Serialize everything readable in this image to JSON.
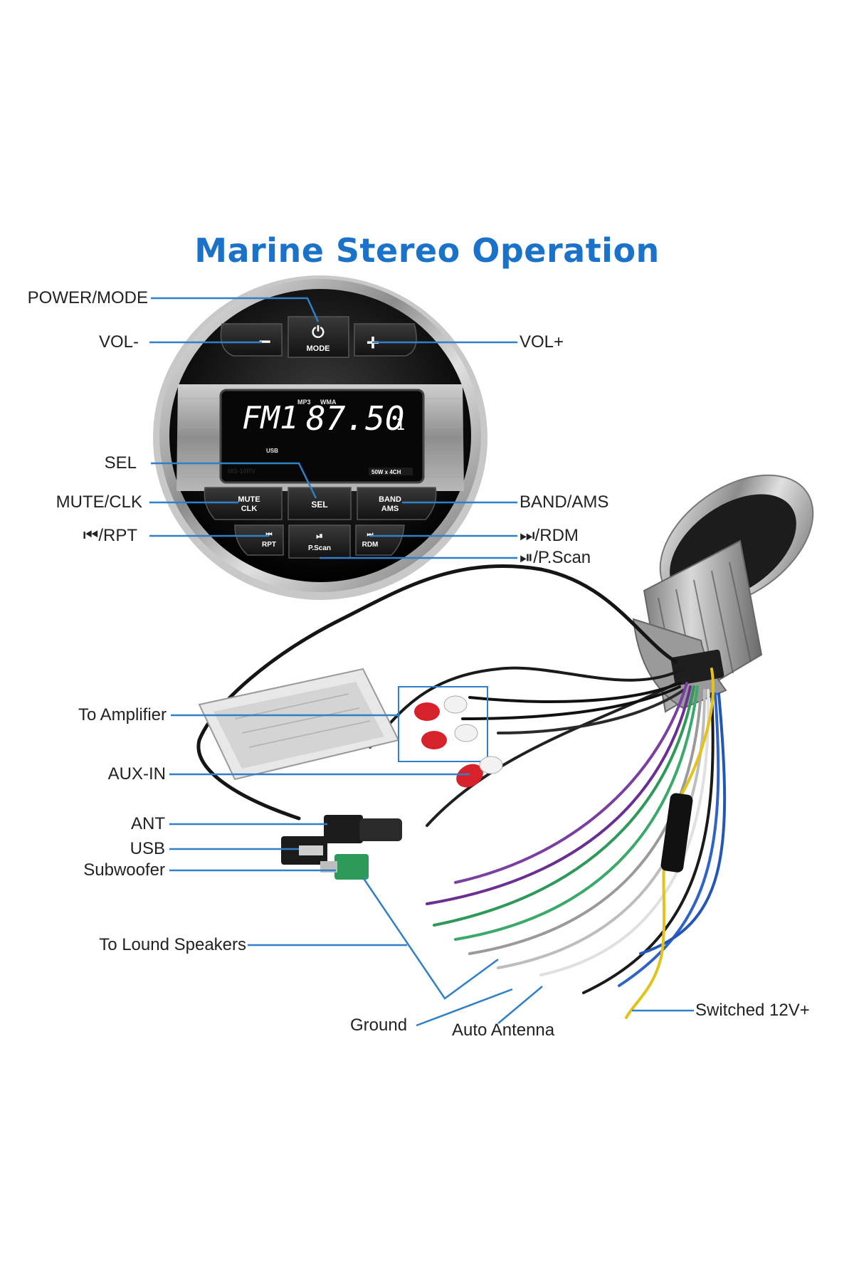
{
  "title": "Marine Stereo Operation",
  "colors": {
    "title": "#1a73c9",
    "callout_line": "#2f80c8",
    "label_text": "#222222",
    "rca_red": "#d8222b",
    "rca_white": "#f2f2f2",
    "wire_purple": "#7a3fa0",
    "wire_green": "#2e9a5a",
    "wire_yellow": "#e3c21a",
    "wire_blue": "#2f64c6",
    "wire_gray": "#9a9a9a"
  },
  "left_labels": {
    "power_mode": "POWER/MODE",
    "vol_minus": "VOL-",
    "sel": "SEL",
    "mute_clk": "MUTE/CLK",
    "prev_rpt": "⏮/RPT",
    "to_amplifier": "To Amplifier",
    "aux_in": "AUX-IN",
    "ant": "ANT",
    "usb": "USB",
    "subwoofer": "Subwoofer",
    "to_speakers": "To Lound Speakers"
  },
  "right_labels": {
    "vol_plus": "VOL+",
    "band_ams": "BAND/AMS",
    "next_rdm": "⏭/RDM",
    "play_pscan": "⏯/P.Scan",
    "switched_12v": "Switched 12V+"
  },
  "bottom_labels": {
    "ground": "Ground",
    "auto_antenna": "Auto Antenna"
  },
  "device": {
    "model": "MS-10RV",
    "power_badge": "50W x 4CH",
    "display": {
      "tag_mp3": "MP3",
      "tag_wma": "WMA",
      "tag_usb": "USB",
      "band": "FM1",
      "frequency": "87.50",
      "preset": "1"
    },
    "buttons": {
      "minus": "−",
      "mode_icon": "⏻",
      "mode": "MODE",
      "plus": "+",
      "mute_line1": "MUTE",
      "mute_line2": "CLK",
      "sel": "SEL",
      "band_line1": "BAND",
      "band_line2": "AMS",
      "rpt_icon": "⏮",
      "rpt": "RPT",
      "play_icon": "⏯",
      "pscan": "P.Scan",
      "rdm_icon": "⏭",
      "rdm": "RDM"
    }
  }
}
